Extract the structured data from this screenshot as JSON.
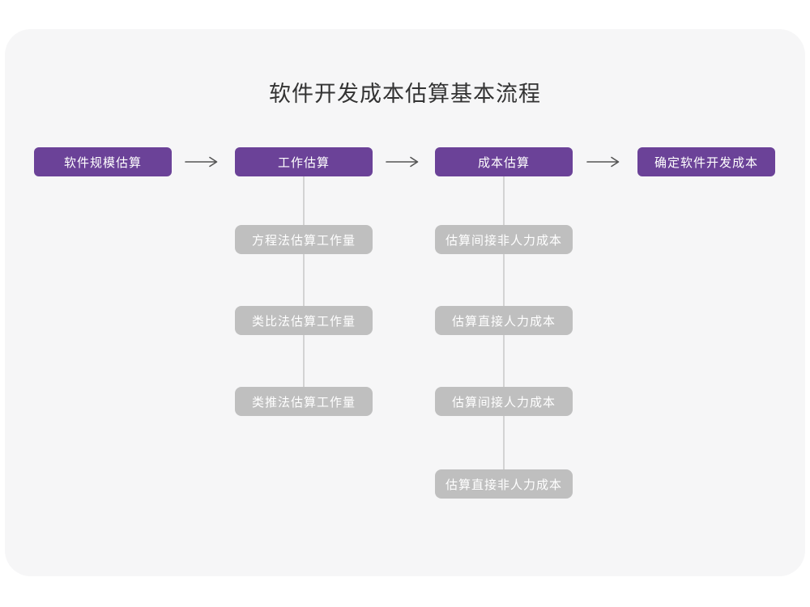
{
  "title": "软件开发成本估算基本流程",
  "colors": {
    "card_background": "#f6f6f7",
    "main_node": "#6b4298",
    "sub_node": "#bfbfbf",
    "connector_line": "#d3d3d3",
    "arrow": "#555555",
    "title_text": "#333333",
    "node_text": "#ffffff"
  },
  "main_steps": [
    {
      "label": "软件规模估算"
    },
    {
      "label": "工作估算"
    },
    {
      "label": "成本估算"
    },
    {
      "label": "确定软件开发成本"
    }
  ],
  "work_substeps": [
    {
      "label": "方程法估算工作量"
    },
    {
      "label": "类比法估算工作量"
    },
    {
      "label": "类推法估算工作量"
    }
  ],
  "cost_substeps": [
    {
      "label": "估算间接非人力成本"
    },
    {
      "label": "估算直接人力成本"
    },
    {
      "label": "估算间接人力成本"
    },
    {
      "label": "估算直接非人力成本"
    }
  ]
}
